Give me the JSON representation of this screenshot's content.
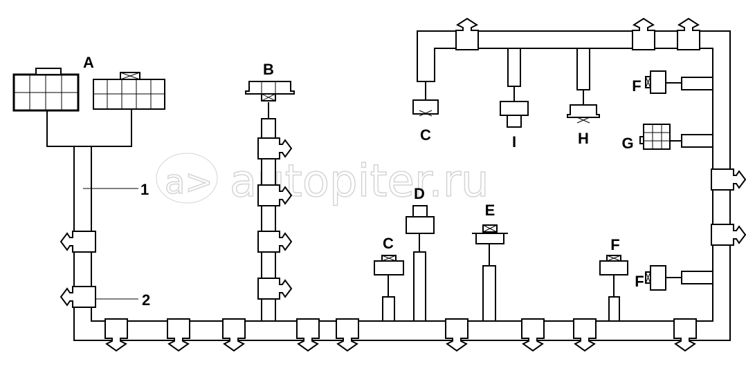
{
  "diagram": {
    "connectors": {
      "A": "A",
      "B": "B",
      "C_top": "C",
      "I": "I",
      "H": "H",
      "F_top": "F",
      "G": "G",
      "D": "D",
      "E": "E",
      "C_bottom": "C",
      "F_bottom": "F",
      "F_right_lower": "F"
    },
    "callouts": {
      "one": "1",
      "two": "2"
    },
    "watermark": "autopiter.ru",
    "colors": {
      "line": "#000000",
      "background": "#ffffff",
      "watermark": "#d4d4d4"
    }
  }
}
